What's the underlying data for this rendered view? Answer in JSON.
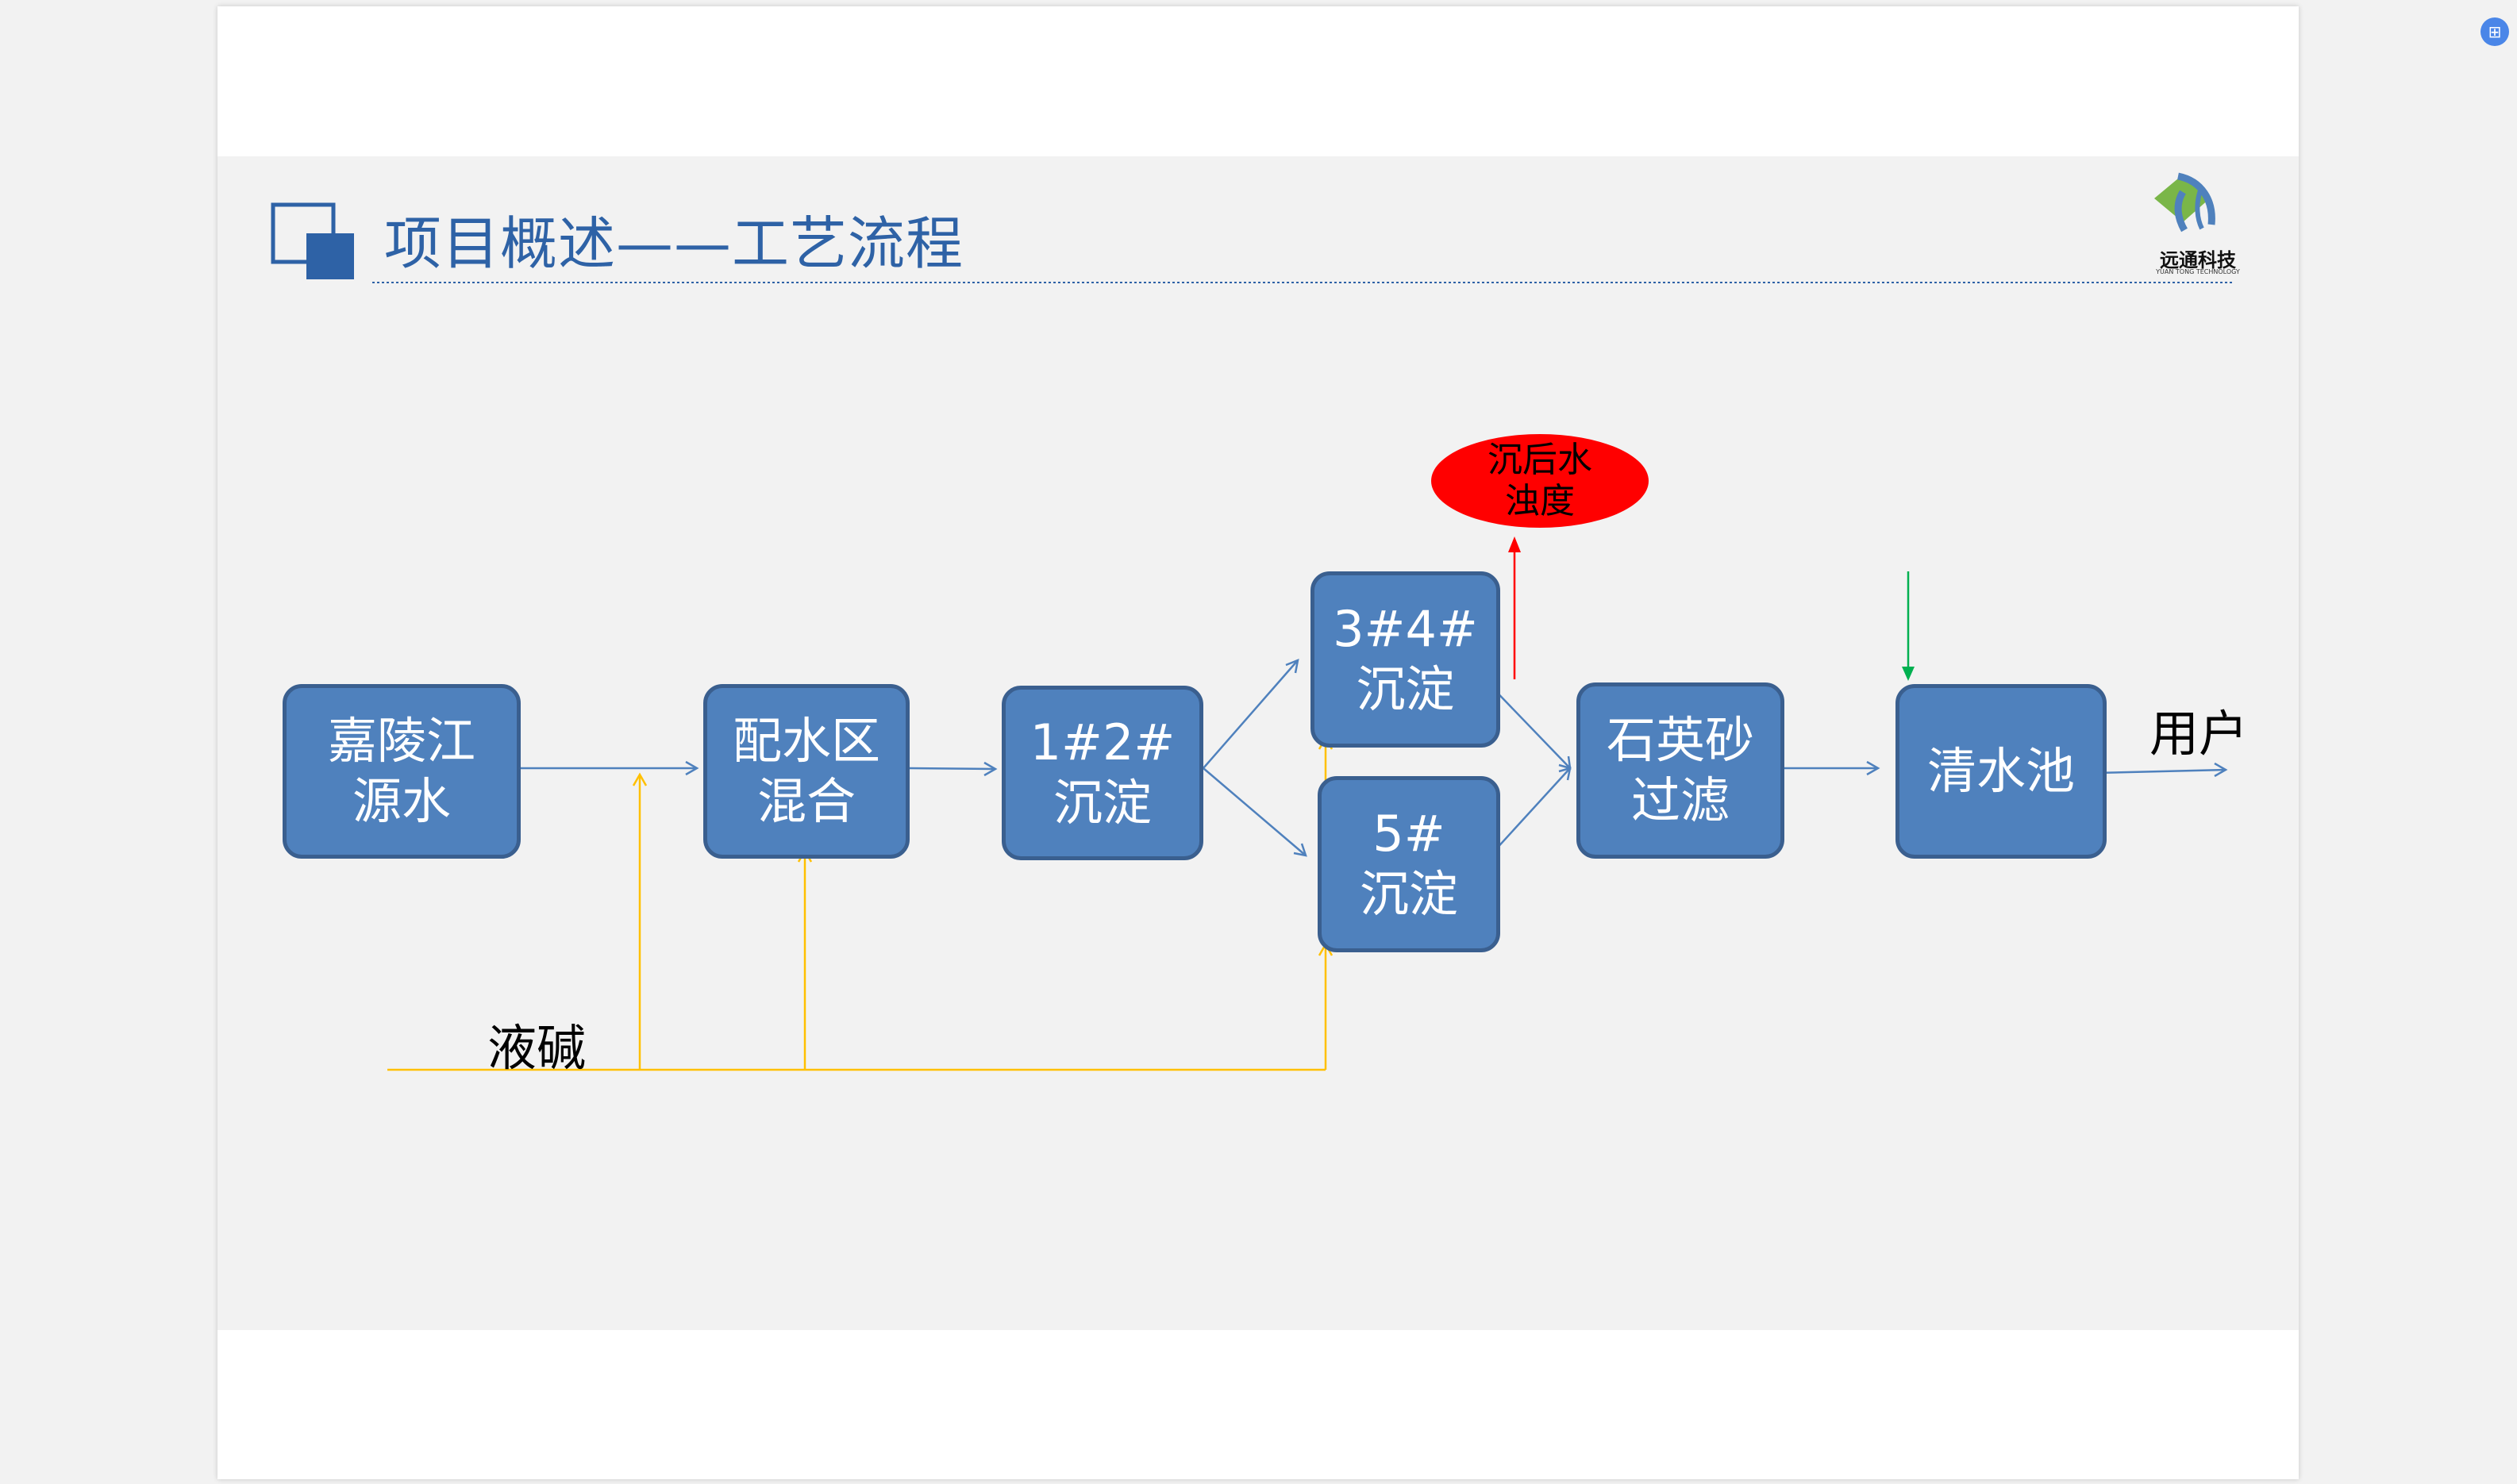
{
  "slide": {
    "title": "项目概述——工艺流程",
    "logo": {
      "name": "远通科技",
      "tagline": "YUAN TONG TECHNOLOGY"
    }
  },
  "flow": {
    "source": "嘉陵江\n源水",
    "mix": "配水区\n混合",
    "sed12": "1#2#\n沉淀",
    "sed34": "3#4#\n沉淀",
    "sed5": "5#\n沉淀",
    "filter": "石英砂\n过滤",
    "clear": "清水池",
    "user": "用户",
    "alkali": "液碱",
    "turbidity": "沉后水\n浊度"
  },
  "colors": {
    "box_fill": "#4f81bd",
    "box_border": "#3a5f8f",
    "flow_arrow": "#4f81bd",
    "alkali_line": "#ffc000",
    "turbidity_arrow": "#ff0000",
    "turbidity_ellipse": "#ff0000",
    "clear_input_arrow": "#00b050",
    "title": "#2e62a6"
  }
}
